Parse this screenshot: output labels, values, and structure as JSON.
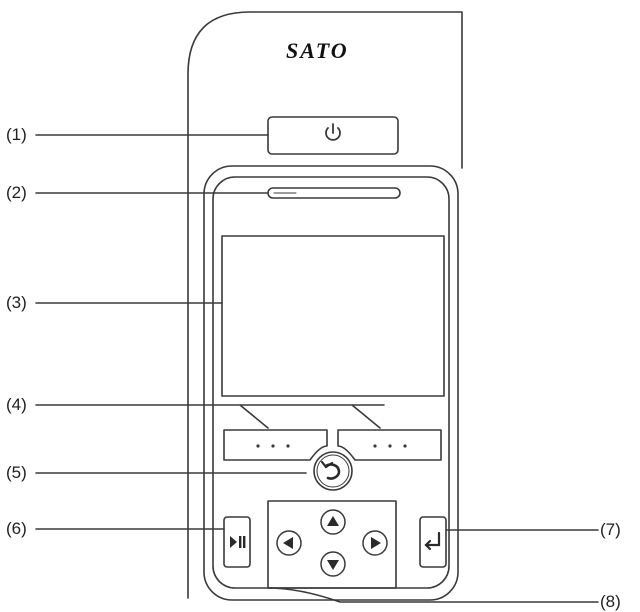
{
  "brand": "SATO",
  "callouts": {
    "c1": "(1)",
    "c2": "(2)",
    "c3": "(3)",
    "c4": "(4)",
    "c5": "(5)",
    "c6": "(6)",
    "c7": "(7)",
    "c8": "(8)"
  },
  "icons": {
    "power": "power-icon",
    "back": "back-arrow-icon",
    "pause_feed": "play-pause-icon",
    "enter": "enter-icon",
    "up": "arrow-up-icon",
    "down": "arrow-down-icon",
    "left": "arrow-left-icon",
    "right": "arrow-right-icon"
  },
  "colors": {
    "line": "#3a3a3a",
    "panel": "#ffffff"
  }
}
